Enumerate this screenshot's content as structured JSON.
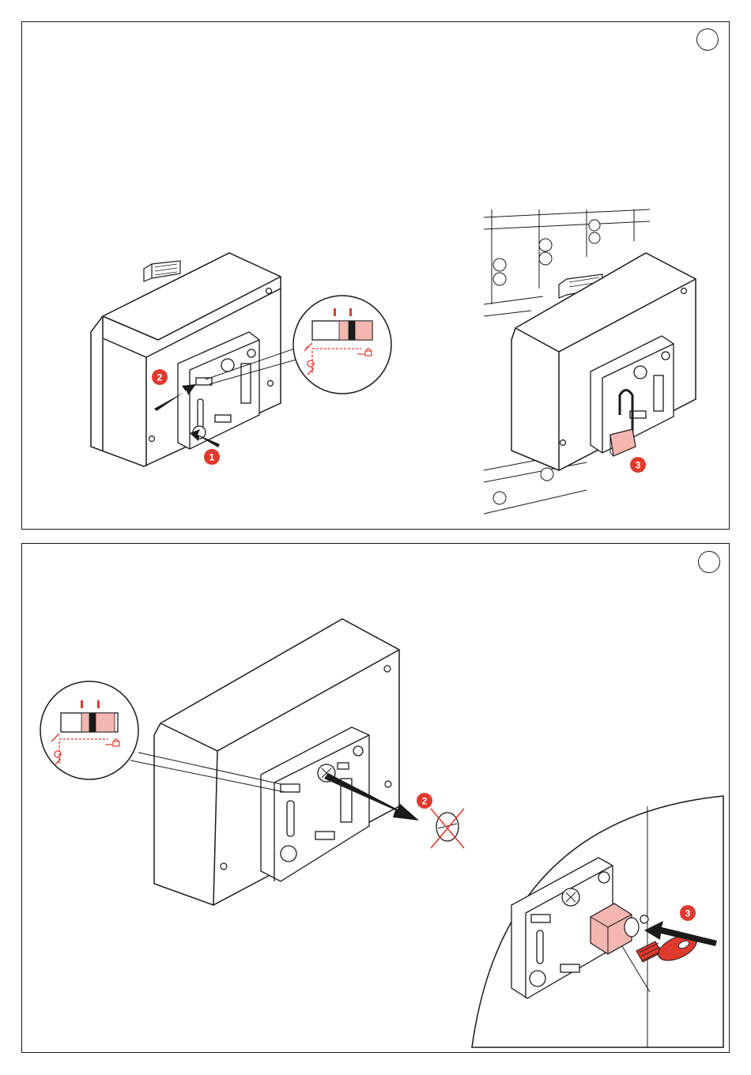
{
  "colors": {
    "line": "#1a1a1a",
    "accent": "#e03a2f",
    "accent_light": "#f4b6b0",
    "background": "#ffffff"
  },
  "panel_top": {
    "marker": "",
    "steps": {
      "press_button": "1",
      "push_slider": "2",
      "attach_padlock": "3"
    },
    "icons": [
      "padlock-icon",
      "key-icon",
      "arrow-icon"
    ]
  },
  "panel_bottom": {
    "marker": "",
    "steps": {
      "remove_cap": "2",
      "insert_key_lock": "3"
    },
    "icons": [
      "padlock-icon",
      "key-icon",
      "cross-out-icon",
      "arrow-icon"
    ]
  }
}
